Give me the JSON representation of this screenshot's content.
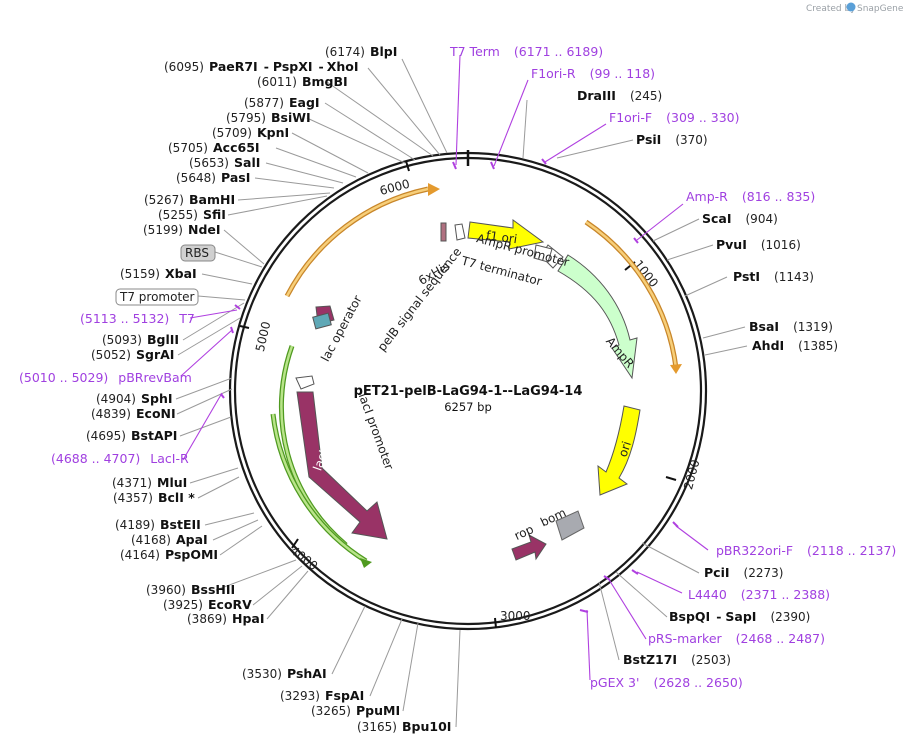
{
  "credit": {
    "prefix": "Created by",
    "brand": "SnapGene"
  },
  "plasmid": {
    "name": "pET21-pelB-LaG94-1--LaG94-14",
    "size": "6257 bp"
  },
  "ruler": [
    "1000",
    "2000",
    "3000",
    "4000",
    "5000",
    "6000"
  ],
  "sites": [
    {
      "pos": "(6174)",
      "name": "BlpI"
    },
    {
      "pos": "(6095)",
      "name": "PaeR7I",
      "name2": "PspXI",
      "name3": "XhoI"
    },
    {
      "pos": "(6011)",
      "name": "BmgBI"
    },
    {
      "pos": "(5877)",
      "name": "EagI"
    },
    {
      "pos": "(5795)",
      "name": "BsiWI"
    },
    {
      "pos": "(5709)",
      "name": "KpnI"
    },
    {
      "pos": "(5705)",
      "name": "Acc65I"
    },
    {
      "pos": "(5653)",
      "name": "SalI"
    },
    {
      "pos": "(5648)",
      "name": "PasI"
    },
    {
      "pos": "(5267)",
      "name": "BamHI"
    },
    {
      "pos": "(5255)",
      "name": "SfiI"
    },
    {
      "pos": "(5199)",
      "name": "NdeI"
    },
    {
      "pos": "(5159)",
      "name": "XbaI"
    },
    {
      "pos": "(5093)",
      "name": "BglII"
    },
    {
      "pos": "(5052)",
      "name": "SgrAI"
    },
    {
      "pos": "(4904)",
      "name": "SphI"
    },
    {
      "pos": "(4839)",
      "name": "EcoNI"
    },
    {
      "pos": "(4695)",
      "name": "BstAPI"
    },
    {
      "pos": "(4371)",
      "name": "MluI"
    },
    {
      "pos": "(4357)",
      "name": "BclI *"
    },
    {
      "pos": "(4189)",
      "name": "BstEII"
    },
    {
      "pos": "(4168)",
      "name": "ApaI"
    },
    {
      "pos": "(4164)",
      "name": "PspOMI"
    },
    {
      "pos": "(3960)",
      "name": "BssHII"
    },
    {
      "pos": "(3925)",
      "name": "EcoRV"
    },
    {
      "pos": "(3869)",
      "name": "HpaI"
    },
    {
      "pos": "(3530)",
      "name": "PshAI"
    },
    {
      "pos": "(3293)",
      "name": "FspAI"
    },
    {
      "pos": "(3265)",
      "name": "PpuMI"
    },
    {
      "pos": "(3165)",
      "name": "Bpu10I"
    },
    {
      "pos": "(245)",
      "name": "DraIII"
    },
    {
      "pos": "(370)",
      "name": "PsiI"
    },
    {
      "pos": "(904)",
      "name": "ScaI"
    },
    {
      "pos": "(1016)",
      "name": "PvuI"
    },
    {
      "pos": "(1143)",
      "name": "PstI"
    },
    {
      "pos": "(1319)",
      "name": "BsaI"
    },
    {
      "pos": "(1385)",
      "name": "AhdI"
    },
    {
      "pos": "(2273)",
      "name": "PciI"
    },
    {
      "pos": "(2390)",
      "name": "BspQI",
      "name2": "SapI"
    },
    {
      "pos": "(2503)",
      "name": "BstZ17I"
    }
  ],
  "primers": [
    {
      "name": "T7 Term",
      "range": "(6171 .. 6189)"
    },
    {
      "name": "F1ori-R",
      "range": "(99 .. 118)"
    },
    {
      "name": "F1ori-F",
      "range": "(309 .. 330)"
    },
    {
      "name": "Amp-R",
      "range": "(816 .. 835)"
    },
    {
      "name": "pBR322ori-F",
      "range": "(2118 .. 2137)"
    },
    {
      "name": "L4440",
      "range": "(2371 .. 2388)"
    },
    {
      "name": "pRS-marker",
      "range": "(2468 .. 2487)"
    },
    {
      "name": "pGEX 3'",
      "range": "(2628 .. 2650)"
    },
    {
      "name": "T7",
      "range": "(5113 .. 5132)"
    },
    {
      "name": "pBRrevBam",
      "range": "(5010 .. 5029)"
    },
    {
      "name": "LacI-R",
      "range": "(4688 .. 4707)"
    }
  ],
  "boxed": [
    {
      "name": "RBS"
    },
    {
      "name": "T7 promoter"
    }
  ],
  "features": {
    "f1ori": "f1 ori",
    "ampr_promoter": "AmpR promoter",
    "ampr": "AmpR",
    "ori": "ori",
    "bom": "bom",
    "rop": "rop",
    "laci": "lacI",
    "laci_promoter": "lacI promoter",
    "lac_operator": "lac operator",
    "pelb": "pelB signal sequence",
    "his": "6xHis",
    "t7_terminator": "T7 terminator"
  },
  "colors": {
    "backbone": "#1a1a1a",
    "primer": "#b040e0",
    "f1ori": "#ffff00",
    "ampr": "#ccffcc",
    "ori": "#ffff00",
    "laci": "#993366",
    "rop": "#993366",
    "bom": "#a8aab0",
    "orange_arc": "#e8a040",
    "green_arc": "#66bb33"
  }
}
